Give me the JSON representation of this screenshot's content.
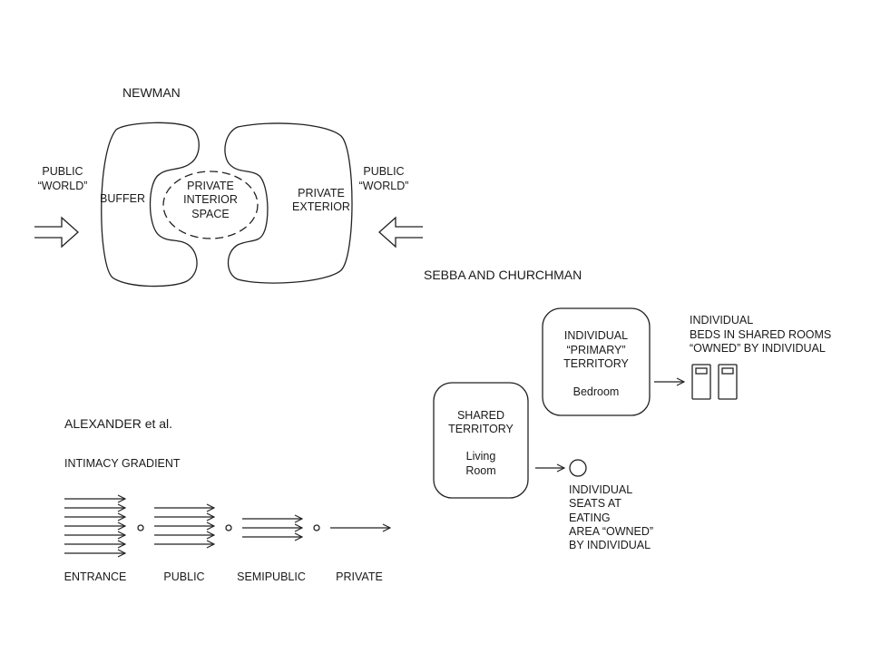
{
  "newman": {
    "title": "NEWMAN",
    "public_left": [
      "PUBLIC",
      "“WORLD”"
    ],
    "public_right": [
      "PUBLIC",
      "“WORLD”"
    ],
    "buffer": "BUFFER",
    "private_interior": [
      "PRIVATE",
      "INTERIOR",
      "SPACE"
    ],
    "private_exterior": [
      "PRIVATE",
      "EXTERIOR"
    ]
  },
  "sebba": {
    "title": "SEBBA AND CHURCHMAN",
    "primary": [
      "INDIVIDUAL",
      "“PRIMARY”",
      "TERRITORY"
    ],
    "primary_room": "Bedroom",
    "shared": [
      "SHARED",
      "TERRITORY"
    ],
    "shared_room": [
      "Living",
      "Room"
    ],
    "beds_note": [
      "INDIVIDUAL",
      "BEDS IN SHARED ROOMS",
      "“OWNED” BY INDIVIDUAL"
    ],
    "seats_note": [
      "INDIVIDUAL",
      "SEATS AT",
      "EATING",
      "AREA “OWNED”",
      "BY INDIVIDUAL"
    ]
  },
  "alexander": {
    "title": "ALEXANDER et al.",
    "subtitle": "INTIMACY GRADIENT",
    "stages": [
      "ENTRANCE",
      "PUBLIC",
      "SEMIPUBLIC",
      "PRIVATE"
    ]
  }
}
